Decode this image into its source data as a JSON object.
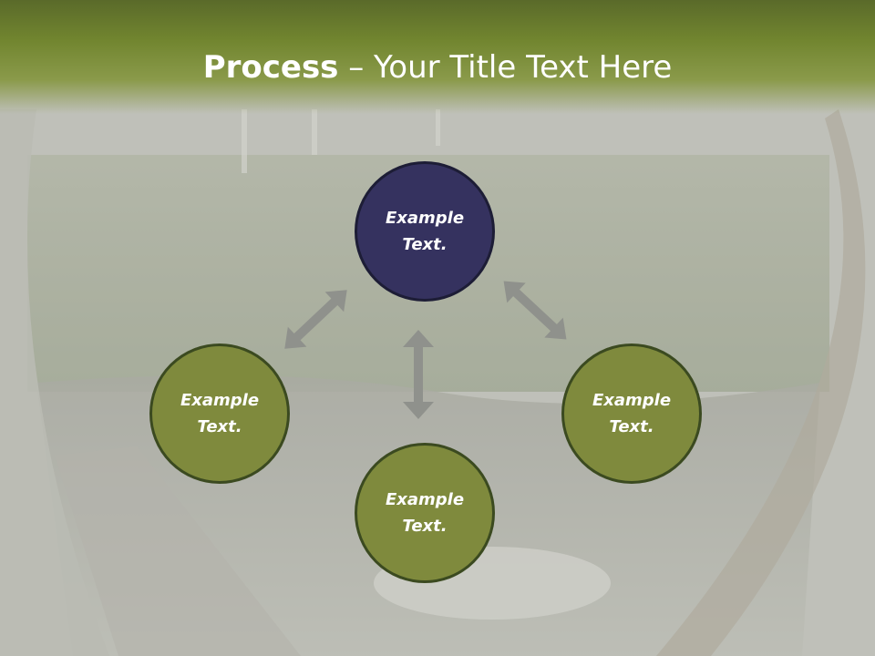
{
  "title": {
    "bold_part": "Process",
    "rest_part": " – Your Title Text Here"
  },
  "diagram": {
    "center_top": {
      "text": "Example\nText.",
      "color": "#35325f"
    },
    "left": {
      "text": "Example\nText.",
      "color": "#7f8a3d"
    },
    "right": {
      "text": "Example\nText.",
      "color": "#7f8a3d"
    },
    "bottom": {
      "text": "Example\nText.",
      "color": "#7f8a3d"
    },
    "arrow_color": "#8f918c"
  },
  "colors": {
    "header_green": "#71852f",
    "background_gray": "#b9bcb2"
  }
}
